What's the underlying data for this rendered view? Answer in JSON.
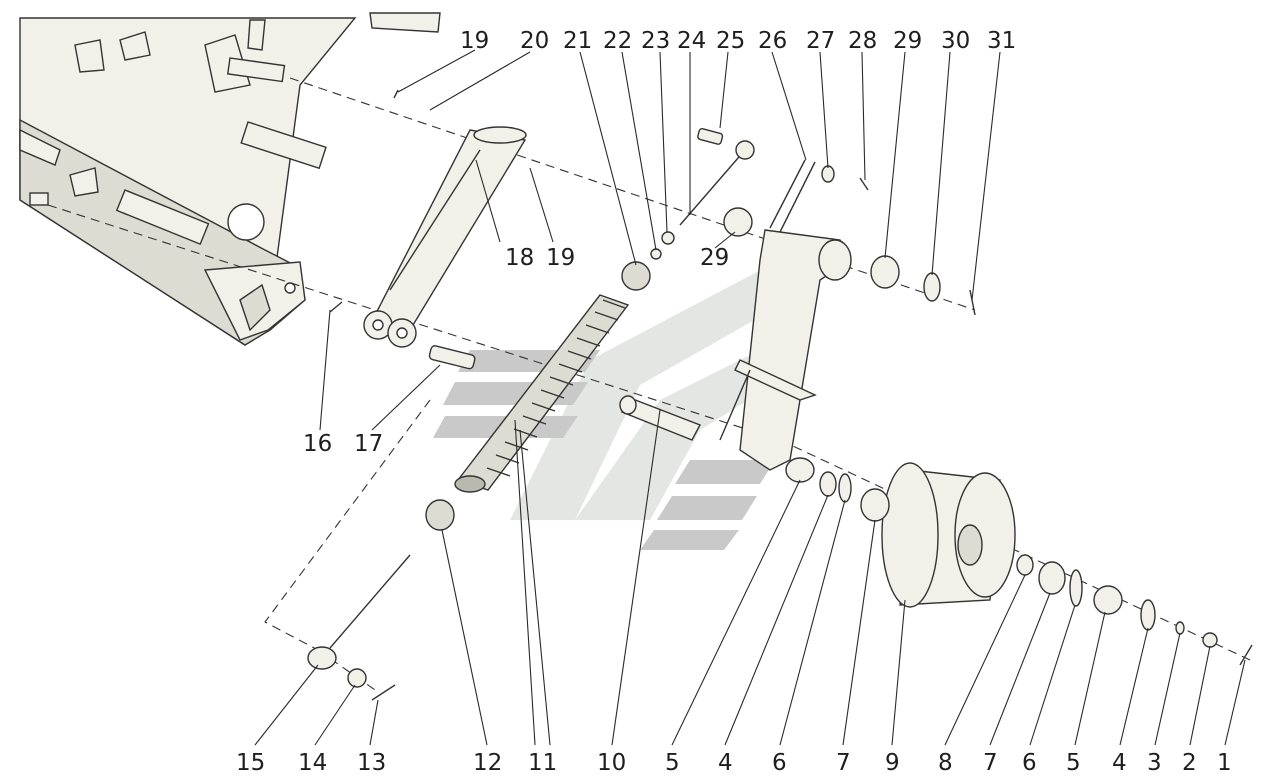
{
  "title": "",
  "top_labels": [
    "19",
    "20",
    "21",
    "22",
    "23",
    "24",
    "25",
    "26",
    "27",
    "28",
    "29",
    "30",
    "31"
  ],
  "mid_labels": [
    "18",
    "19",
    "29"
  ],
  "left_labels": [
    "16",
    "17"
  ],
  "bottom_labels": [
    "15",
    "14",
    "13",
    "12",
    "11",
    "10",
    "5",
    "4",
    "6",
    "7",
    "9",
    "8",
    "7",
    "6",
    "5",
    "4",
    "3",
    "2",
    "1"
  ],
  "colors": {
    "line": "#2a2a2a",
    "part_fill": "#f1f1ea",
    "watermark_gray": "#c9c9c9",
    "watermark_light": "#e4e6e3"
  }
}
